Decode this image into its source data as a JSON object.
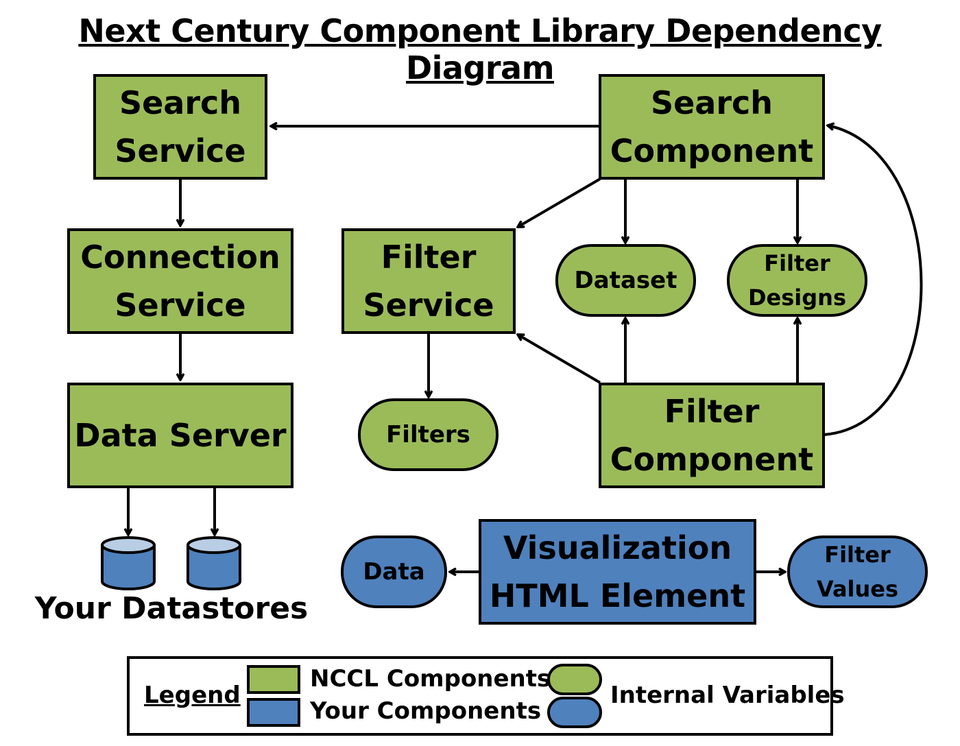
{
  "title": "Next Century Component Library Dependency Diagram",
  "nodes": {
    "search_service": "Search\nService",
    "connection_service": "Connection\nService",
    "data_server": "Data Server",
    "search_component": "Search\nComponent",
    "filter_service": "Filter\nService",
    "dataset": "Dataset",
    "filter_designs": "Filter\nDesigns",
    "filters": "Filters",
    "filter_component": "Filter\nComponent",
    "visualization": "Visualization\nHTML Element",
    "data": "Data",
    "filter_values": "Filter\nValues"
  },
  "datastores_label": "Your Datastores",
  "legend": {
    "title": "Legend",
    "nccl": "NCCL Components",
    "yours": "Your Components",
    "internal": "Internal Variables"
  },
  "colors": {
    "green": "#9bbb59",
    "blue": "#4f81bd",
    "cylinder_top": "#b9cde5"
  }
}
